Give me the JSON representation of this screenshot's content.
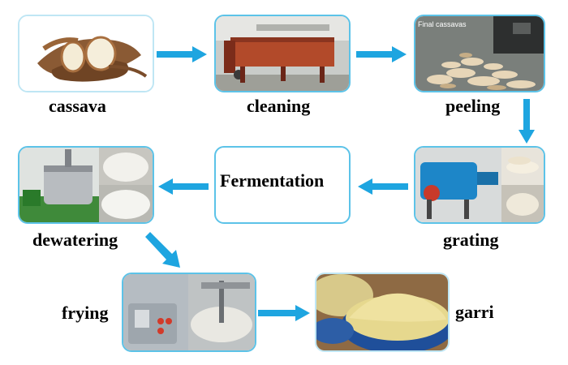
{
  "steps": {
    "cassava": {
      "label": "cassava"
    },
    "cleaning": {
      "label": "cleaning"
    },
    "peeling": {
      "label": "peeling",
      "photo_caption": "Final cassavas"
    },
    "grating": {
      "label": "grating"
    },
    "fermentation": {
      "label": "Fermentation"
    },
    "dewatering": {
      "label": "dewatering"
    },
    "frying": {
      "label": "frying"
    },
    "garri": {
      "label": "garri"
    }
  },
  "colors": {
    "box_border": "#5cc3e8",
    "arrow": "#1ea5e0"
  }
}
